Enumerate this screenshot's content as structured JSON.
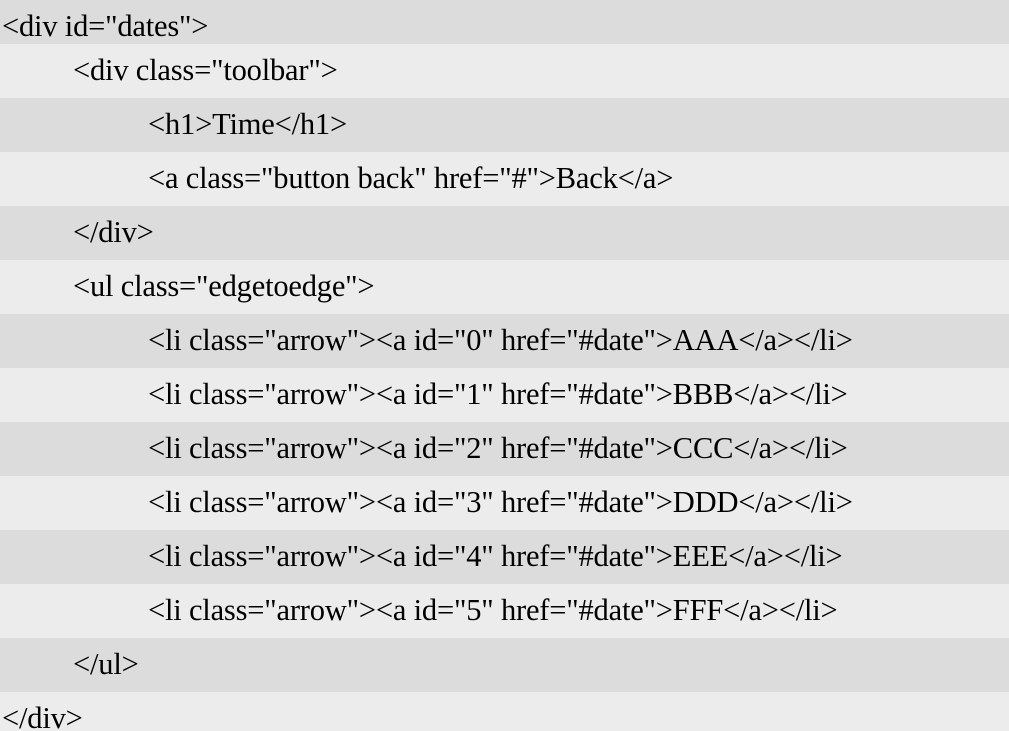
{
  "document": {
    "shade_color": "#dcdcdc",
    "plain_color": "#ececec",
    "text_color": "#000000",
    "lines": [
      {
        "indent": 0,
        "text": "<div id=\"dates\">"
      },
      {
        "indent": 1,
        "text": "<div class=\"toolbar\">"
      },
      {
        "indent": 2,
        "text": "<h1>Time</h1>"
      },
      {
        "indent": 2,
        "text": "<a class=\"button back\" href=\"#\">Back</a>"
      },
      {
        "indent": 1,
        "text": "</div>"
      },
      {
        "indent": 1,
        "text": "<ul class=\"edgetoedge\">"
      },
      {
        "indent": 2,
        "text": "<li class=\"arrow\"><a id=\"0\" href=\"#date\">AAA</a></li>"
      },
      {
        "indent": 2,
        "text": "<li class=\"arrow\"><a id=\"1\" href=\"#date\">BBB</a></li>"
      },
      {
        "indent": 2,
        "text": "<li class=\"arrow\"><a id=\"2\" href=\"#date\">CCC</a></li>"
      },
      {
        "indent": 2,
        "text": "<li class=\"arrow\"><a id=\"3\" href=\"#date\">DDD</a></li>"
      },
      {
        "indent": 2,
        "text": "<li class=\"arrow\"><a id=\"4\" href=\"#date\">EEE</a></li>"
      },
      {
        "indent": 2,
        "text": "<li class=\"arrow\"><a id=\"5\" href=\"#date\">FFF</a></li>"
      },
      {
        "indent": 1,
        "text": "</ul>"
      },
      {
        "indent": 0,
        "text": "</div>"
      }
    ]
  }
}
